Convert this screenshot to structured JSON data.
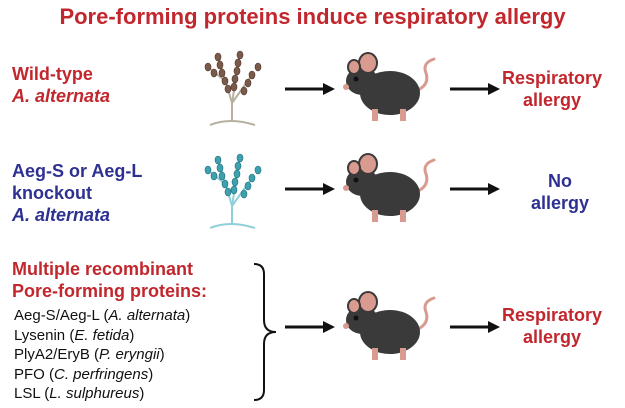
{
  "title": "Pore-forming proteins induce respiratory allergy",
  "rows": [
    {
      "strain_line1": "Wild-type",
      "strain_species": "A. alternata",
      "outcome_line1": "Respiratory",
      "outcome_line2": "allergy",
      "color": "#c1272d",
      "fungus_color": "#7a5a4a"
    },
    {
      "strain_line1": "Aeg-S or Aeg-L",
      "strain_line2": "knockout",
      "strain_species": "A. alternata",
      "outcome_line1": "No",
      "outcome_line2": "allergy",
      "color": "#2e3192",
      "fungus_color": "#3fa0b0"
    },
    {
      "header_line1": "Multiple recombinant",
      "header_line2": "Pore-forming proteins:",
      "proteins": [
        {
          "name": "Aeg-S/Aeg-L (",
          "species": "A. alternata",
          "close": ")"
        },
        {
          "name": "Lysenin (",
          "species": "E. fetida",
          "close": ")"
        },
        {
          "name": "PlyA2/EryB (",
          "species": "P. eryngii",
          "close": ")"
        },
        {
          "name": "PFO (",
          "species": "C. perfringens",
          "close": ")"
        },
        {
          "name": "LSL (",
          "species": "L. sulphureus",
          "close": ")"
        }
      ],
      "outcome_line1": "Respiratory",
      "outcome_line2": "allergy",
      "color": "#c1272d"
    }
  ],
  "colors": {
    "accent_red": "#c1272d",
    "accent_blue": "#2e3192",
    "mouse_body": "#3a3a3a",
    "mouse_pink": "#d99a8f"
  }
}
